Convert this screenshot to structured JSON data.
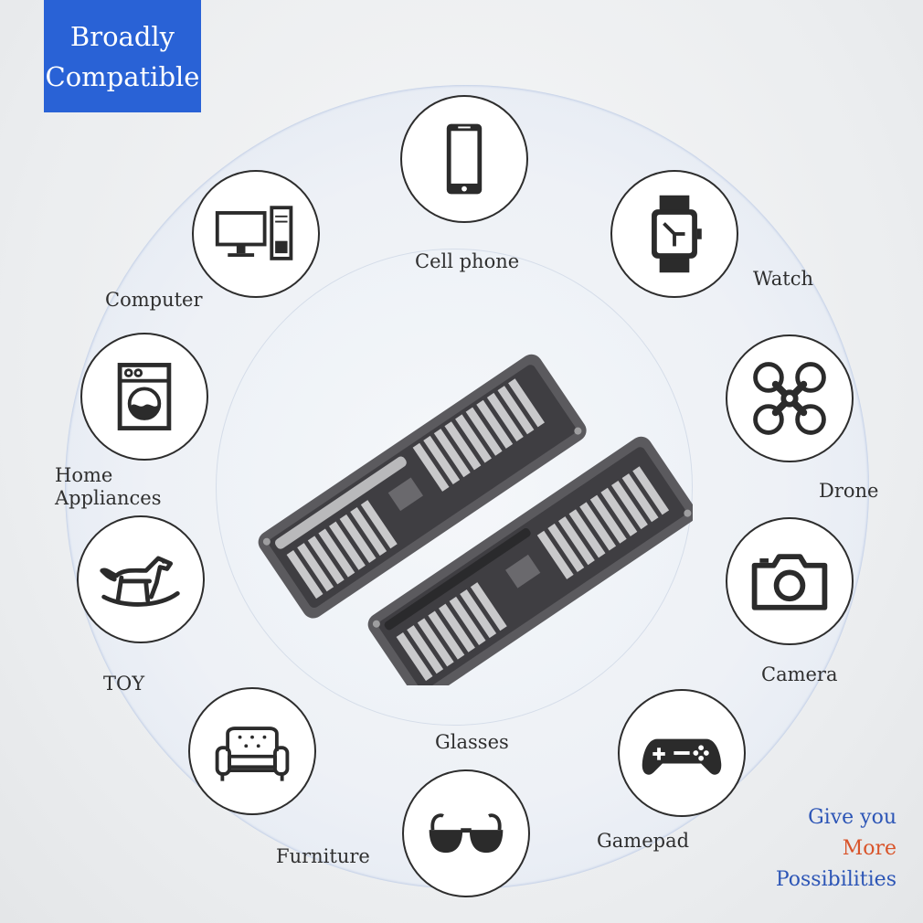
{
  "badge": {
    "line1": "Broadly",
    "line2": "Compatible"
  },
  "categories": [
    {
      "label": "Cell phone",
      "icon": "cell-phone-icon"
    },
    {
      "label": "Watch",
      "icon": "watch-icon"
    },
    {
      "label": "Drone",
      "icon": "drone-icon"
    },
    {
      "label": "Camera",
      "icon": "camera-icon"
    },
    {
      "label": "Gamepad",
      "icon": "gamepad-icon"
    },
    {
      "label": "Glasses",
      "icon": "glasses-icon"
    },
    {
      "label": "Furniture",
      "icon": "sofa-icon"
    },
    {
      "label": "TOY",
      "icon": "rocking-horse-icon"
    },
    {
      "label": "Home Appliances",
      "icon": "washing-machine-icon"
    },
    {
      "label": "Computer",
      "icon": "computer-icon"
    }
  ],
  "tagline": {
    "line1": "Give you",
    "line2": "More",
    "line3": "Possibilities"
  },
  "colors": {
    "badge": "#2962d6",
    "tagline_blue": "#2c55b6",
    "tagline_orange": "#d9542a",
    "ring": "#d6dfee"
  },
  "product": {
    "image": "screwdriver-bit-set-case"
  }
}
